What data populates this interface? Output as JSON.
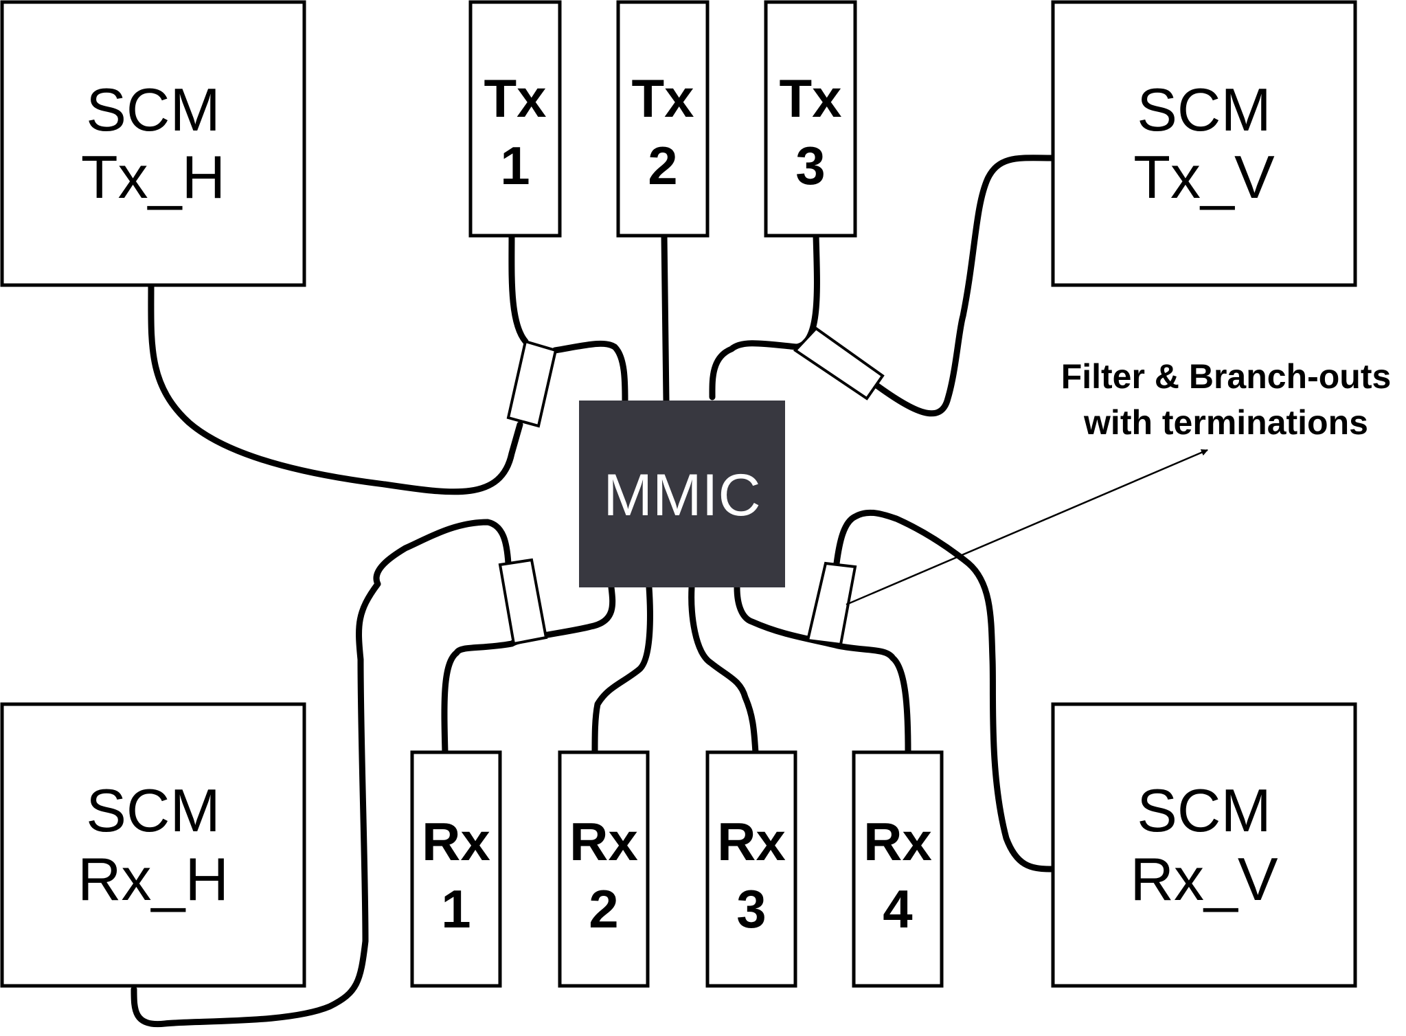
{
  "scm_modules": [
    {
      "id": "tx_h",
      "line1": "SCM",
      "line2": "Tx_H"
    },
    {
      "id": "tx_v",
      "line1": "SCM",
      "line2": "Tx_V"
    },
    {
      "id": "rx_h",
      "line1": "SCM",
      "line2": "Rx_H"
    },
    {
      "id": "rx_v",
      "line1": "SCM",
      "line2": "Rx_V"
    }
  ],
  "tx_ports": [
    {
      "label": "Tx",
      "number": "1"
    },
    {
      "label": "Tx",
      "number": "2"
    },
    {
      "label": "Tx",
      "number": "3"
    }
  ],
  "rx_ports": [
    {
      "label": "Rx",
      "number": "1"
    },
    {
      "label": "Rx",
      "number": "2"
    },
    {
      "label": "Rx",
      "number": "3"
    },
    {
      "label": "Rx",
      "number": "4"
    }
  ],
  "mmic": {
    "label": "MMIC",
    "fill_color": "#383840",
    "text_color": "#ffffff"
  },
  "annotation": {
    "line1": "Filter & Branch-outs",
    "line2": "with terminations"
  }
}
